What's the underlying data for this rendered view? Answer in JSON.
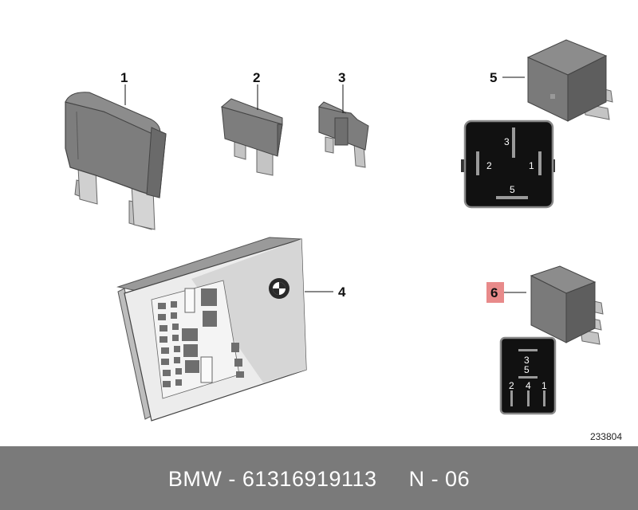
{
  "callouts": {
    "c1": "1",
    "c2": "2",
    "c3": "3",
    "c4": "4",
    "c5": "5",
    "c6": "6"
  },
  "relay_5_pins": {
    "p3": "3",
    "p2": "2",
    "p1": "1",
    "p5": "5"
  },
  "relay_6_pins": {
    "p3": "3",
    "p5": "5",
    "p2": "2",
    "p4": "4",
    "p1": "1"
  },
  "diagram_id": "233804",
  "footer": {
    "text": "BMW - 61316919113     N - 06"
  },
  "colors": {
    "highlight": "#e88a8a",
    "footer_bg": "#7a7a7a",
    "part_gray": "#7d7d7d",
    "relay_face": "#111111"
  }
}
